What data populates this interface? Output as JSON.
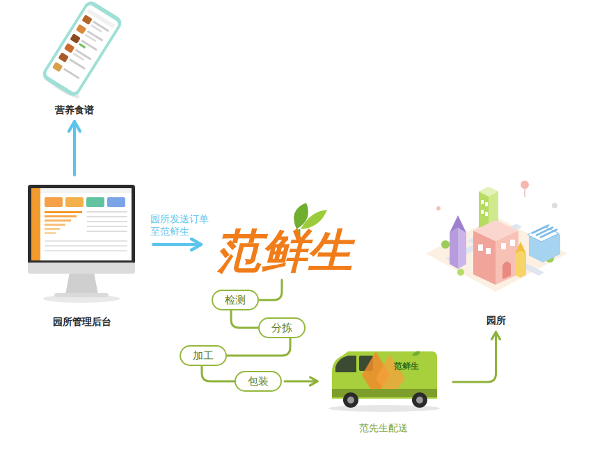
{
  "diagram": {
    "nodes": [
      {
        "text": [
          "营养食谱"
        ]
      },
      {
        "text": [
          "园所管理后台"
        ]
      },
      {
        "text": [
          "范鲜生"
        ]
      },
      {
        "text": [
          "检测"
        ]
      },
      {
        "text": [
          "分拣"
        ]
      },
      {
        "text": [
          "加工"
        ]
      },
      {
        "text": [
          "包装"
        ]
      },
      {
        "text": [
          "范先生配送"
        ]
      },
      {
        "text": [
          "园所"
        ]
      }
    ],
    "edges": [
      {
        "from": 1,
        "to": 0,
        "arrow": "to"
      },
      {
        "from": 1,
        "to": 2,
        "label": "园所发送订单 至范鲜生",
        "arrow": "to"
      },
      {
        "from": 2,
        "to": 3,
        "arrow": "none"
      },
      {
        "from": 3,
        "to": 4,
        "arrow": "none"
      },
      {
        "from": 4,
        "to": 5,
        "arrow": "none"
      },
      {
        "from": 5,
        "to": 6,
        "arrow": "none"
      },
      {
        "from": 6,
        "to": 7,
        "arrow": "to"
      },
      {
        "from": 7,
        "to": 8,
        "arrow": "to"
      }
    ],
    "labels": [
      "范鲜生"
    ]
  }
}
